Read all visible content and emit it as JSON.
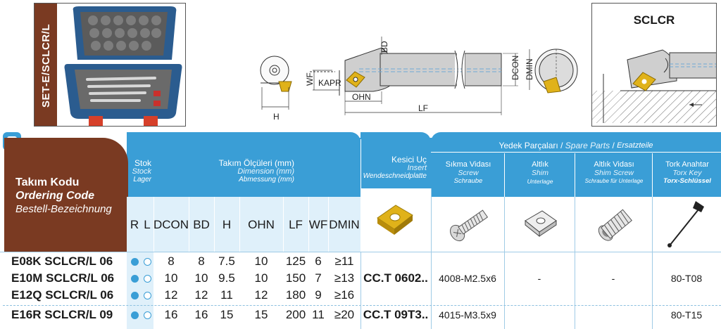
{
  "kit": {
    "label": "SET-E/SCLCR/L"
  },
  "detail": {
    "title": "SCLCR"
  },
  "drawing": {
    "labels": [
      "BD",
      "WF",
      "KAPR",
      "OHN",
      "H",
      "LF",
      "DCON",
      "DMIN"
    ]
  },
  "table": {
    "ordering_code": {
      "tr": "Takım Kodu",
      "en": "Ordering Code",
      "de": "Bestell-Bezeichnung"
    },
    "stock": {
      "tr": "Stok",
      "en": "Stock",
      "de": "Lager"
    },
    "dimension": {
      "tr": "Takım Ölçüleri (mm)",
      "en": "Dimension (mm)",
      "de": "Abmessung (mm)"
    },
    "insert": {
      "tr": "Kesici Uç",
      "en": "Insert",
      "de": "Wendeschneidplatte"
    },
    "spare": {
      "tr": "Yedek Parçaları",
      "sep": "/",
      "en": "Spare Parts",
      "sep2": "/",
      "de": "Ersatzteile"
    },
    "screw": {
      "tr": "Sıkma Vidası",
      "en": "Screw",
      "de": "Schraube"
    },
    "shim": {
      "tr": "Altlık",
      "en": "Shim",
      "de": "Unterlage"
    },
    "shim_screw": {
      "tr": "Altlık Vidası",
      "en": "Shim Screw",
      "de": "Schraube für Unterlage"
    },
    "torx": {
      "tr": "Tork Anahtar",
      "en": "Torx Key",
      "de": "Torx-Schlüssel"
    },
    "columns": [
      "R",
      "L",
      "DCON",
      "BD",
      "H",
      "OHN",
      "LF",
      "WF",
      "DMIN"
    ],
    "rows": [
      {
        "code": "E08K SCLCR/L 06",
        "dcon": "8",
        "bd": "8",
        "h": "7.5",
        "ohn": "10",
        "lf": "125",
        "wf": "6",
        "dmin": "≥11"
      },
      {
        "code": "E10M SCLCR/L 06",
        "dcon": "10",
        "bd": "10",
        "h": "9.5",
        "ohn": "10",
        "lf": "150",
        "wf": "7",
        "dmin": "≥13"
      },
      {
        "code": "E12Q SCLCR/L 06",
        "dcon": "12",
        "bd": "12",
        "h": "11",
        "ohn": "12",
        "lf": "180",
        "wf": "9",
        "dmin": "≥16"
      },
      {
        "code": "E16R SCLCR/L 09",
        "dcon": "16",
        "bd": "16",
        "h": "15",
        "ohn": "15",
        "lf": "200",
        "wf": "11",
        "dmin": "≥20"
      }
    ],
    "group1": {
      "insert": "CC.T 0602..",
      "screw": "4008-M2.5x6",
      "shim": "-",
      "shim_screw": "-",
      "torx": "80-T08"
    },
    "group2": {
      "insert": "CC.T 09T3..",
      "screw": "4015-M3.5x9",
      "torx": "80-T15"
    }
  },
  "colors": {
    "brand_brown": "#7a3a22",
    "header_blue": "#3a9ed6",
    "light_blue": "#dff0fa",
    "insert_gold": "#e0b21a"
  }
}
